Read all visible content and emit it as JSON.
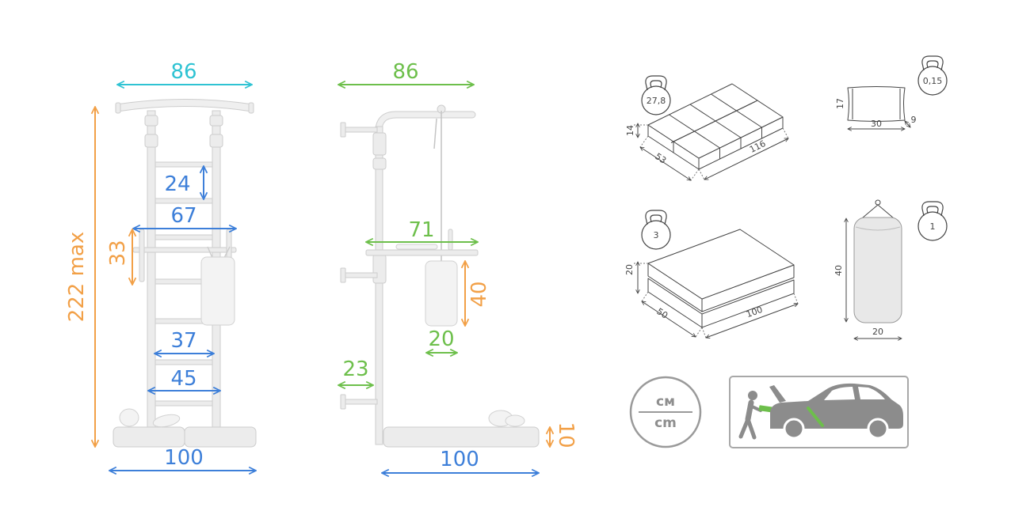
{
  "front_view": {
    "top_width": "86",
    "rung_spacing": "24",
    "dip_bar_width": "67",
    "dip_bar_height": "33",
    "total_height": "222 max",
    "rung_width_inner": "37",
    "rung_width_outer": "45",
    "base_width": "100"
  },
  "side_view": {
    "top_depth": "86",
    "bar_depth": "71",
    "bag_height": "40",
    "bag_width": "20",
    "wall_offset": "23",
    "mat_length": "100",
    "mat_height": "10"
  },
  "packages": {
    "frame_box": {
      "weight": "27,8",
      "height": "14",
      "width": "53",
      "length": "116"
    },
    "gloves_pack": {
      "weight": "0,15",
      "height": "17",
      "length": "30",
      "depth": "9"
    },
    "mat_box": {
      "weight": "3",
      "height": "20",
      "width": "50",
      "length": "100"
    },
    "bag_pack": {
      "weight": "1",
      "height": "40",
      "width": "20"
    }
  },
  "units": {
    "top": "см",
    "bottom": "cm"
  },
  "colors": {
    "cyan": "#2fc3d3",
    "blue": "#3d7fd9",
    "orange": "#f2a047",
    "green": "#6dbf4b",
    "line": "#454545",
    "product": "#ececec",
    "icon": "#8c8c8c"
  },
  "icons": [
    "kettlebell-icon",
    "units-badge-icon",
    "car-loading-icon"
  ]
}
